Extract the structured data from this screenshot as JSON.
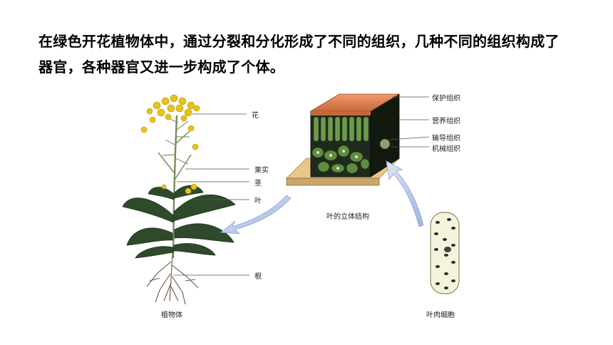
{
  "intro": {
    "line1": "在绿色开花植物体中，通过分裂和分化形成了不同的组织，几种不同的组织构成了",
    "line2": "器官，各种器官又进一步构成了个体。"
  },
  "plant": {
    "caption": "植物体",
    "labels": {
      "flower": "花",
      "fruit": "果实",
      "stem": "茎",
      "leaf": "叶",
      "root": "根"
    }
  },
  "leaf_structure": {
    "caption": "叶的立体结构",
    "labels": {
      "protective": "保护组织",
      "nutritive": "营养组织",
      "conducting": "输导组织",
      "mechanical": "机械组织"
    }
  },
  "cell": {
    "caption": "叶肉细胞"
  },
  "colors": {
    "flower": "#e8c21a",
    "leaf": "#2f4a2a",
    "epidermis": "#e08a5a",
    "mesophyll": "#5f8c3e",
    "arrow": "#b8c8ec"
  }
}
